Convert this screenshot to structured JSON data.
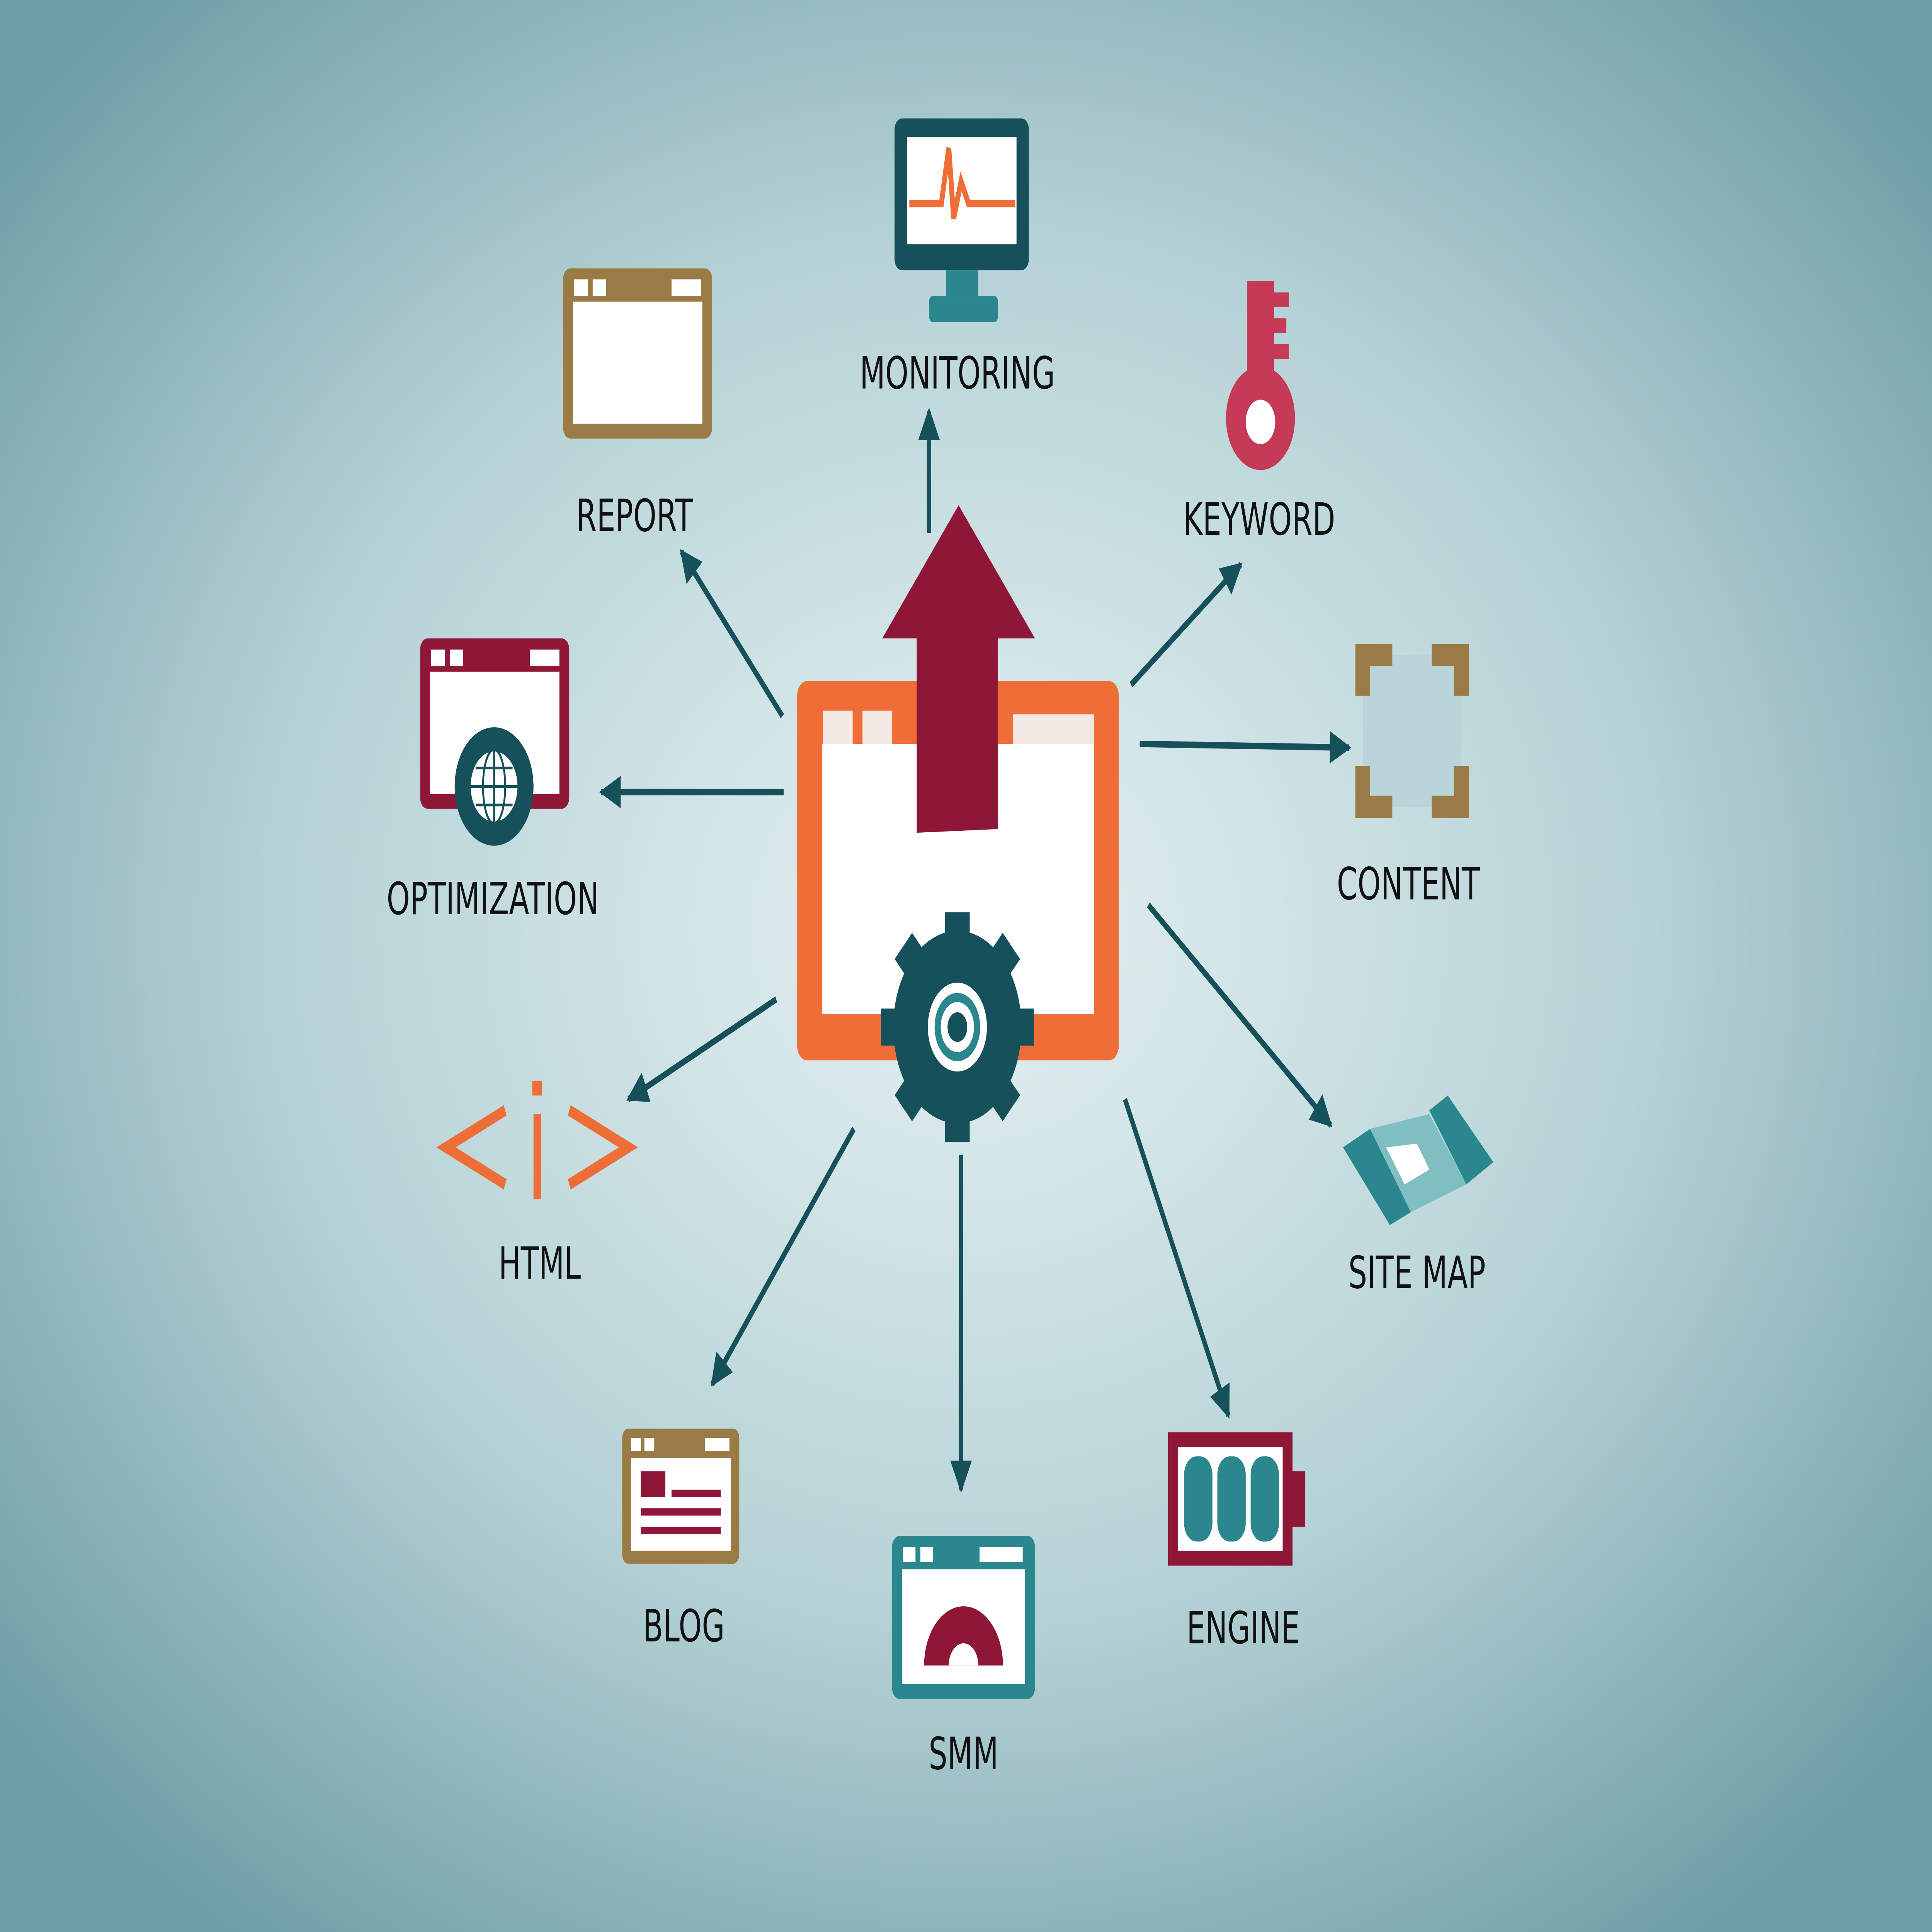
{
  "diagram": {
    "nodes": {
      "monitoring": "MONITORING",
      "report": "REPORT",
      "keyword": "KEYWORD",
      "optimization": "OPTIMIZATION",
      "content": "CONTENT",
      "html": "HTML",
      "site_map": "SITE MAP",
      "blog": "BLOG",
      "smm": "SMM",
      "engine": "ENGINE"
    },
    "colors": {
      "arrow": "#15505b",
      "orange": "#ef6e37",
      "crimson": "#8e1738",
      "brown": "#9a7b45",
      "teal": "#2a878d",
      "pink": "#c43a57"
    }
  }
}
